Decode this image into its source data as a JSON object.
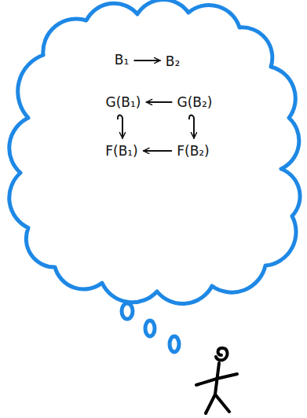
{
  "diagram": {
    "nodes": [
      {
        "text": [
          "B₁"
        ]
      },
      {
        "text": [
          "B₂"
        ]
      },
      {
        "text": [
          "G(B₁)"
        ]
      },
      {
        "text": [
          "G(B₂)"
        ]
      },
      {
        "text": [
          "F(B₁)"
        ]
      },
      {
        "text": [
          "F(B₂)"
        ]
      }
    ],
    "edges": [
      {
        "from": 0,
        "to": 1,
        "arrow": "to"
      },
      {
        "from": 3,
        "to": 2,
        "arrow": "to"
      },
      {
        "from": 5,
        "to": 4,
        "arrow": "to"
      },
      {
        "from": 2,
        "to": 4,
        "arrow": "to"
      },
      {
        "from": 3,
        "to": 5,
        "arrow": "to"
      }
    ]
  }
}
